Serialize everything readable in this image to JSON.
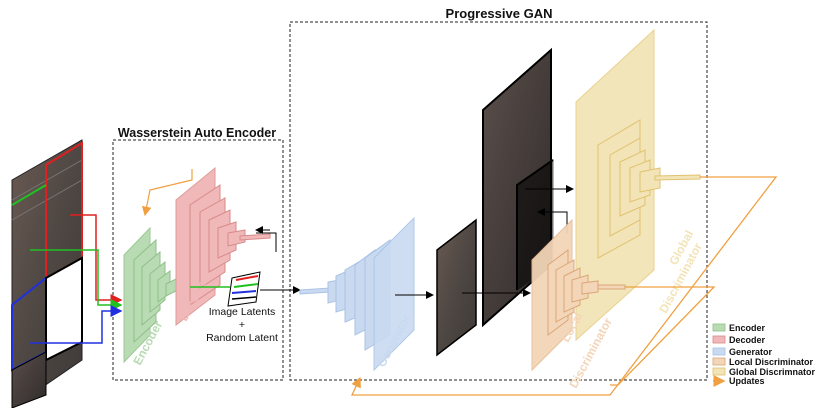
{
  "titles": {
    "progressive_gan": "Progressive GAN",
    "wae": "Wasserstein Auto Encoder"
  },
  "labels": {
    "encoder": "Encoder",
    "decoder": "Decoder",
    "generator": "Generator",
    "local_discriminator": [
      "Local",
      "Discriminator"
    ],
    "global_discriminator": [
      "Global",
      "Discriminator"
    ],
    "latents": [
      "Image Latents",
      "+",
      "Random Latent"
    ]
  },
  "legend": [
    {
      "label": "Encoder",
      "color": "#b9dbb4"
    },
    {
      "label": "Decoder",
      "color": "#f0b8b8"
    },
    {
      "label": "Generator",
      "color": "#c9daf0"
    },
    {
      "label": "Local Discriminator",
      "color": "#f3d5b8"
    },
    {
      "label": "Global Discrimnator",
      "color": "#f2e4b6"
    },
    {
      "label": "Updates",
      "color": "#f0a040"
    }
  ],
  "colors": {
    "encoder": "#b9dbb4",
    "encoder_edge": "#9cc895",
    "decoder": "#f0b8b8",
    "decoder_edge": "#e09a9a",
    "generator": "#c9daf0",
    "generator_edge": "#a9c3e6",
    "local_disc": "#f3d5b8",
    "local_disc_edge": "#e7bd95",
    "global_disc": "#f2e4b6",
    "global_disc_edge": "#e9d089",
    "updates": "#f0a040",
    "red": "#e02020",
    "green": "#20c020",
    "blue": "#2030e0"
  }
}
